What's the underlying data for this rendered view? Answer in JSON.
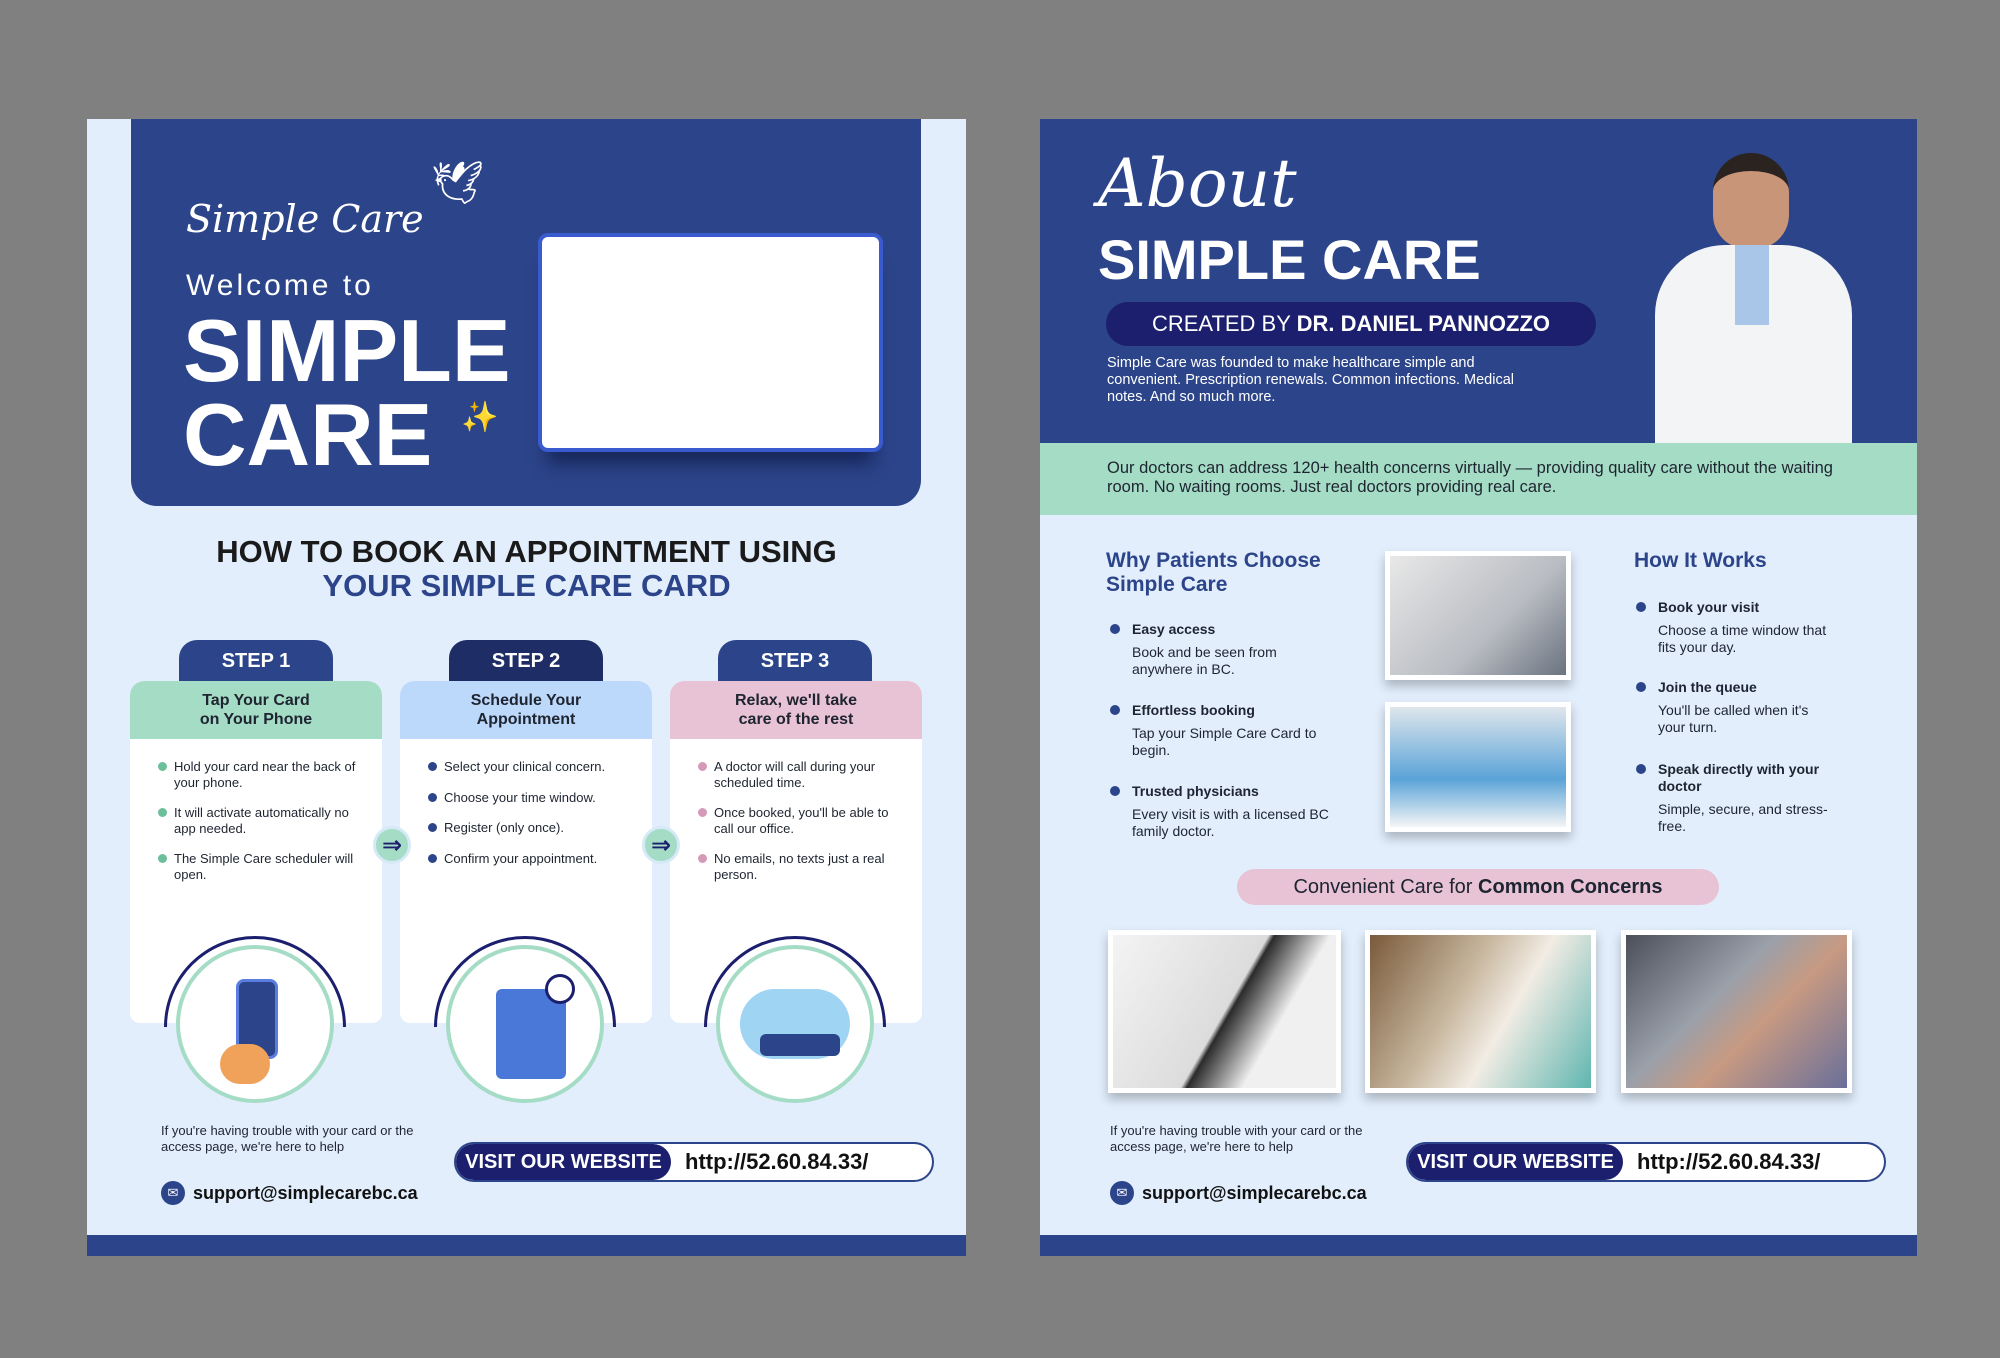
{
  "colors": {
    "navy": "#2c4489",
    "dark_navy": "#1b1f6e",
    "green": "#a5dcc5",
    "blue": "#bcd9fb",
    "pink": "#e8c3d6",
    "page_bg": "#e2eefc",
    "sparkle": "#f5e82a"
  },
  "left": {
    "logo": "Simple Care",
    "welcome": "Welcome to",
    "title_line1": "SIMPLE",
    "title_line2": "CARE",
    "heading_line1": "HOW TO BOOK AN APPOINTMENT USING",
    "heading_line2": "YOUR SIMPLE CARE CARD",
    "steps": [
      {
        "tab": "STEP 1",
        "title": "Tap Your Card\non Your Phone",
        "bullets": [
          "Hold your card near the back of your phone.",
          "It will activate automatically no app needed.",
          "The Simple Care scheduler will open."
        ]
      },
      {
        "tab": "STEP 2",
        "title": "Schedule Your\nAppointment",
        "bullets": [
          "Select your clinical concern.",
          "Choose your time window.",
          "Register (only once).",
          "Confirm your appointment."
        ]
      },
      {
        "tab": "STEP 3",
        "title": "Relax, we'll take\ncare of the rest",
        "bullets": [
          "A doctor will call during your scheduled time.",
          "Once booked, you'll be able to call our office.",
          "No emails, no texts just a real person."
        ]
      }
    ],
    "footer": {
      "help": "If you're having trouble with your card or the access page, we're here to help",
      "email": "support@simplecarebc.ca",
      "website_label": "VISIT OUR WEBSITE",
      "url": "http://52.60.84.33/"
    }
  },
  "right": {
    "about": "About",
    "title": "SIMPLE CARE",
    "created_prefix": "CREATED BY ",
    "created_name": "DR. DANIEL PANNOZZO",
    "intro": "Simple Care was founded to make healthcare simple and convenient. Prescription renewals. Common infections. Medical notes. And so much more.",
    "band": "Our doctors can address 120+ health concerns virtually — providing quality care without the waiting room. No waiting rooms. Just real doctors providing real care.",
    "why_heading": "Why Patients Choose Simple Care",
    "why": [
      {
        "title": "Easy access",
        "text": "Book and be seen from anywhere in BC."
      },
      {
        "title": "Effortless booking",
        "text": "Tap your Simple Care Card to begin."
      },
      {
        "title": "Trusted physicians",
        "text": "Every visit is with a licensed BC family doctor."
      }
    ],
    "how_heading": "How It Works",
    "how": [
      {
        "title": "Book your visit",
        "text": "Choose a time window that fits your day."
      },
      {
        "title": "Join the queue",
        "text": "You'll be called when it's your turn."
      },
      {
        "title": "Speak directly with your doctor",
        "text": "Simple, secure, and stress-free."
      }
    ],
    "concerns_prefix": "Convenient Care for ",
    "concerns_bold": "Common Concerns",
    "footer": {
      "help": "If you're having trouble with your card or the access page, we're here to help",
      "email": "support@simplecarebc.ca",
      "website_label": "VISIT OUR WEBSITE",
      "url": "http://52.60.84.33/"
    }
  }
}
